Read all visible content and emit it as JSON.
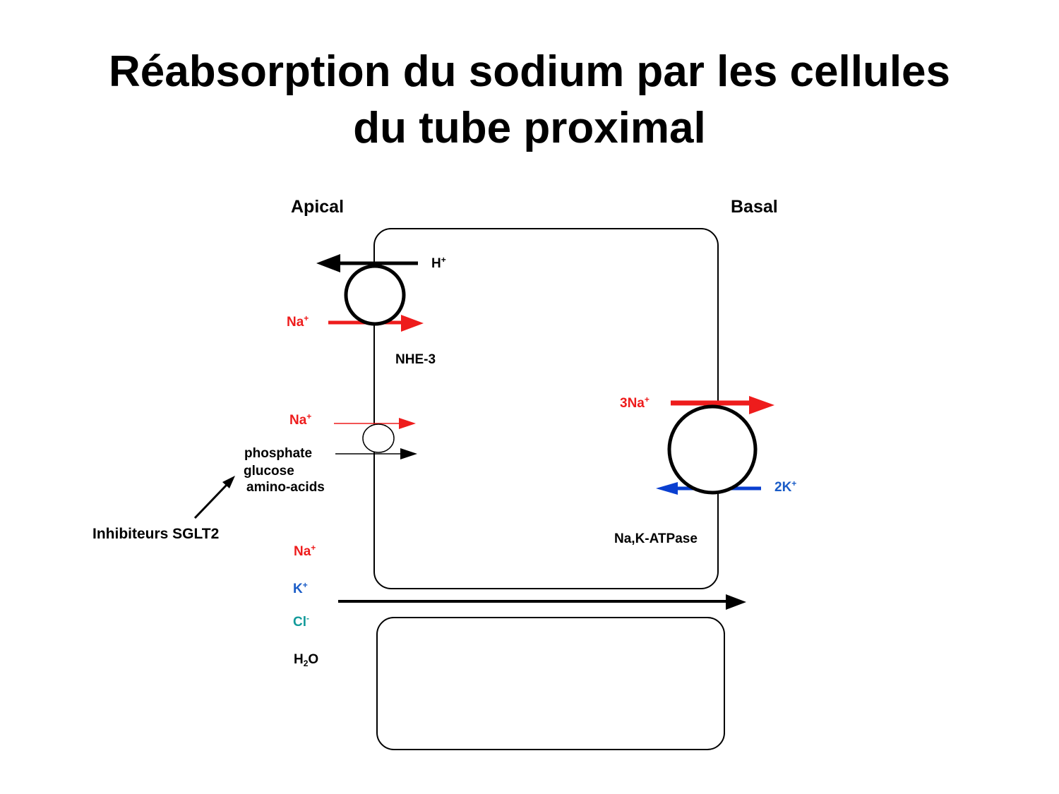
{
  "title": {
    "line1": "Réabsorption du sodium par les cellules",
    "line2": "du tube proximal"
  },
  "labels": {
    "apical": "Apical",
    "basal": "Basal",
    "nhe3": "NHE-3",
    "naka": "Na,K-ATPase",
    "sglt2": "Inhibiteurs SGLT2",
    "phosphate": "phosphate",
    "glucose": "glucose",
    "amino": "amino-acids"
  },
  "ions": {
    "h": {
      "base": "H",
      "sup": "+"
    },
    "na1": {
      "base": "Na",
      "sup": "+"
    },
    "na2": {
      "base": "Na",
      "sup": "+"
    },
    "na3": {
      "base": "3Na",
      "sup": "+"
    },
    "k2": {
      "base": "2K",
      "sup": "+"
    },
    "na_para": {
      "base": "Na",
      "sup": "+"
    },
    "k_para": {
      "base": "K",
      "sup": "+"
    },
    "cl_para": {
      "base": "Cl",
      "sup": "-"
    },
    "h2o": {
      "pre": "H",
      "sub": "2",
      "post": "O"
    }
  },
  "colors": {
    "sodium": "#ee1c1c",
    "potassium": "#1a5cc7",
    "chloride": "#129a9a",
    "default": "#000000"
  }
}
